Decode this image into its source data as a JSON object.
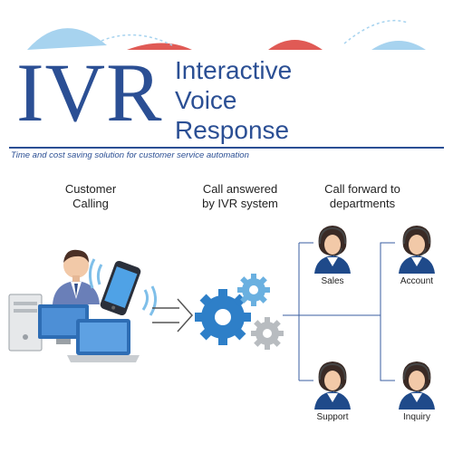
{
  "header": {
    "logo_text": "IVR",
    "title_lines": [
      "Interactive",
      "Voice",
      "Response"
    ],
    "tagline": "Time and cost saving solution for customer service automation"
  },
  "steps": [
    {
      "label_lines": [
        "Customer",
        "Calling"
      ]
    },
    {
      "label_lines": [
        "Call answered",
        "by IVR system"
      ]
    },
    {
      "label_lines": [
        "Call forward to",
        "departments"
      ]
    }
  ],
  "departments": [
    {
      "label": "Sales"
    },
    {
      "label": "Account"
    },
    {
      "label": "Support"
    },
    {
      "label": "Inquiry"
    }
  ],
  "colors": {
    "brand": "#2b4f94",
    "gear_blue": "#2e7fc8",
    "gear_light": "#6ab0e0",
    "gear_gray": "#b8bcc0",
    "deco_red": "#e05a55",
    "deco_blue": "#a7d3ef"
  },
  "icons": [
    "computer-icon",
    "customer-icon",
    "smartphone-icon",
    "arrow-icon",
    "gears-icon",
    "operator-icon"
  ]
}
